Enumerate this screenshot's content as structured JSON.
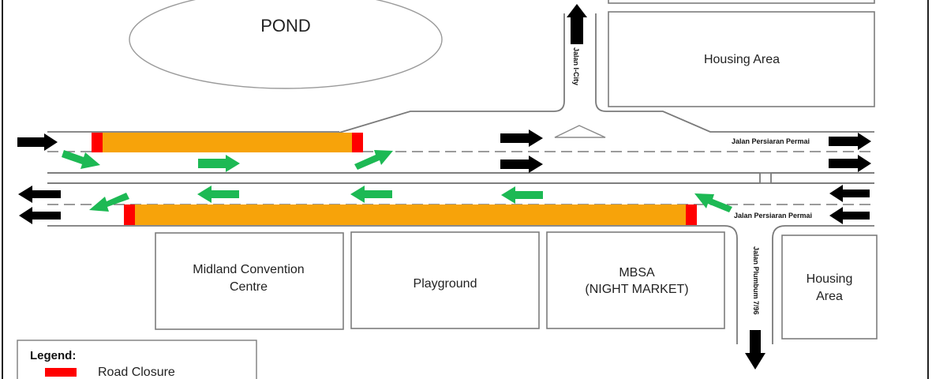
{
  "map": {
    "title": "Road Closure Diversion Map",
    "landmarks": {
      "pond": "POND",
      "housing_top": "Housing Area",
      "convention_line1": "Midland Convention",
      "convention_line2": "Centre",
      "playground": "Playground",
      "mbsa_line1": "MBSA",
      "mbsa_line2": "(NIGHT MARKET)",
      "housing_right_line1": "Housing",
      "housing_right_line2": "Area"
    },
    "roads": {
      "north_road": "Jalan I-City",
      "south_road": "Jalan Plumbum 7/96",
      "main_eastbound": "Jalan Persiaran Permai",
      "main_westbound": "Jalan Persiaran Permai"
    },
    "legend": {
      "title": "Legend:",
      "items": [
        {
          "label": "Road Closure",
          "color": "#ff0000"
        }
      ]
    },
    "colors": {
      "closure": "#ff0000",
      "closed_lane": "#f7a30a",
      "diversion_arrow": "#1db954",
      "traffic_arrow": "#000000"
    }
  }
}
